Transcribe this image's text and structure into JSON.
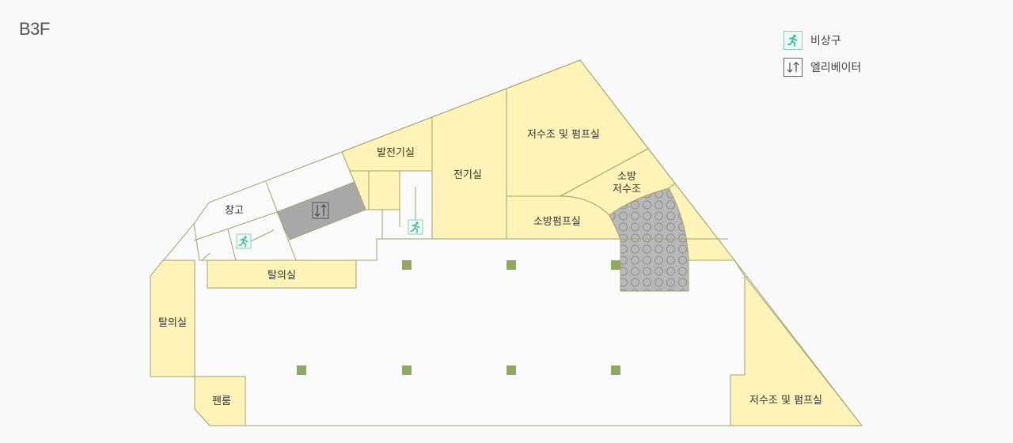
{
  "floor": {
    "title": "B3F"
  },
  "legend": {
    "items": [
      {
        "icon": "emergency-exit-icon",
        "label": "비상구"
      },
      {
        "icon": "elevator-icon",
        "label": "엘리베이터"
      }
    ]
  },
  "rooms": {
    "storage": "창고",
    "generator_room": "발전기실",
    "electrical_room": "전기실",
    "water_tank_pump_top": "저수조 및 펌프실",
    "fire_tank_line1": "소방",
    "fire_tank_line2": "저수조",
    "fire_pump_room": "소방펌프실",
    "changing_room_top": "탈의실",
    "changing_room_left": "탈의실",
    "pen_room": "펜룸",
    "water_tank_pump_bottom": "저수조 및 펌프실"
  },
  "colors": {
    "room_fill": "#fff3b8",
    "outline": "#9aa76a",
    "background": "#f9f9f9",
    "column": "#8fa862",
    "elevator_fill": "#a8a8a8",
    "exit_green": "#3cbf8c"
  }
}
